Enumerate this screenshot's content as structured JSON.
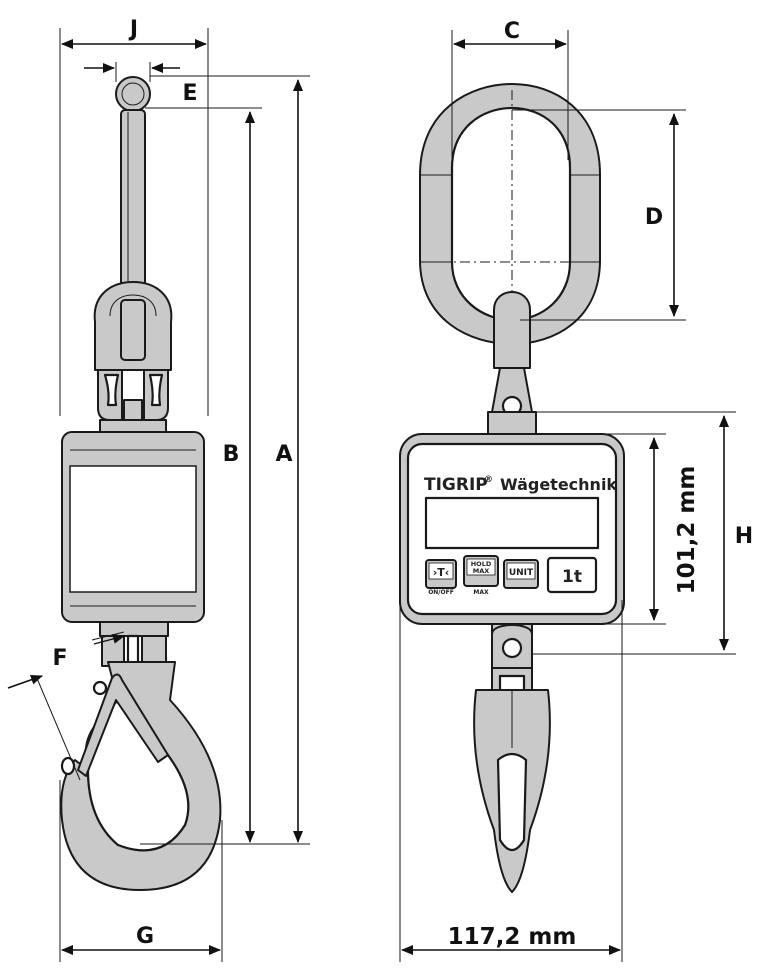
{
  "labels": {
    "j": "J",
    "e": "E",
    "b": "B",
    "a": "A",
    "f": "F",
    "g": "G",
    "c": "C",
    "d": "D",
    "h": "H",
    "height_mm": "101,2 mm",
    "width_mm": "117,2 mm"
  },
  "panel": {
    "brand": "TIGRIP",
    "registered": "®",
    "company": "Wägetechnik",
    "tare_button": "›T‹",
    "tare_sub": "ON/OFF",
    "mode_button_line1": "HOLD",
    "mode_button_line2": "MAX",
    "mode_sub": "MAX",
    "unit_button": "UNIT",
    "unit_sub": "",
    "capacity": "1t"
  }
}
